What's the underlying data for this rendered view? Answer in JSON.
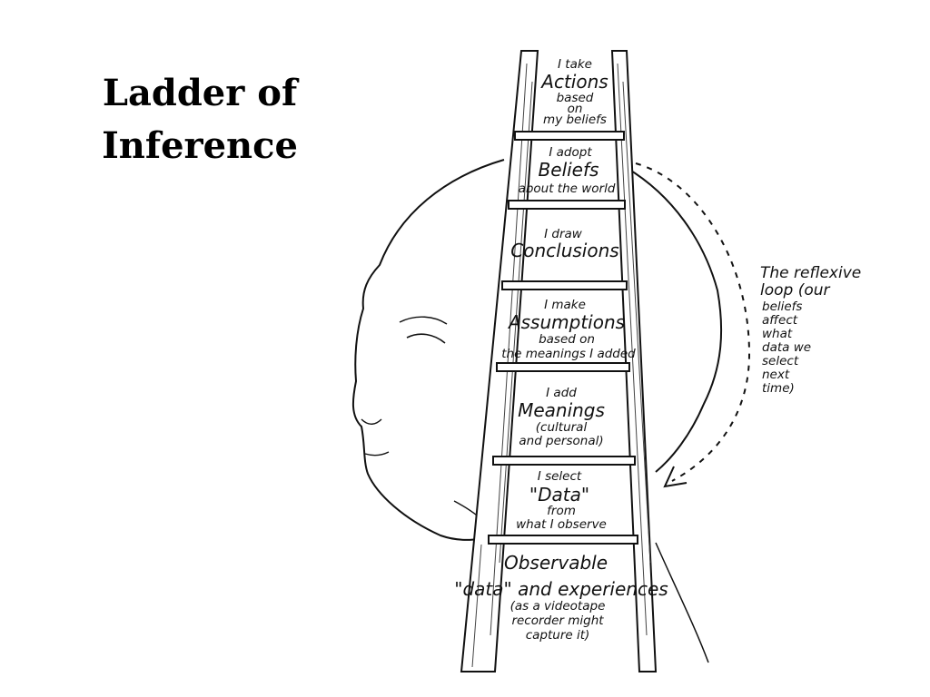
{
  "slide": {
    "title_line1": "Ladder of",
    "title_line2": "Inference"
  },
  "rungs": [
    {
      "lines": [
        "I take",
        "Actions",
        "based",
        "on",
        "my beliefs"
      ]
    },
    {
      "lines": [
        "I adopt",
        "Beliefs",
        "about the world"
      ]
    },
    {
      "lines": [
        "I draw",
        "Conclusions"
      ]
    },
    {
      "lines": [
        "I make",
        "Assumptions",
        "based on",
        "the meanings I added"
      ]
    },
    {
      "lines": [
        "I add",
        "Meanings",
        "(cultural",
        "and personal)"
      ]
    },
    {
      "lines": [
        "I select",
        "\"Data\"",
        "from",
        "what I observe"
      ]
    },
    {
      "lines": [
        "Observable",
        "\"data\" and experiences",
        "(as a videotape",
        "recorder might",
        "capture it)"
      ]
    }
  ],
  "reflexive_loop": {
    "lines": [
      "The reflexive",
      "loop (our",
      "beliefs",
      "affect",
      "what",
      "data we",
      "select",
      "next",
      "time)"
    ]
  },
  "colors": {
    "ink": "#111111",
    "background": "#ffffff"
  }
}
